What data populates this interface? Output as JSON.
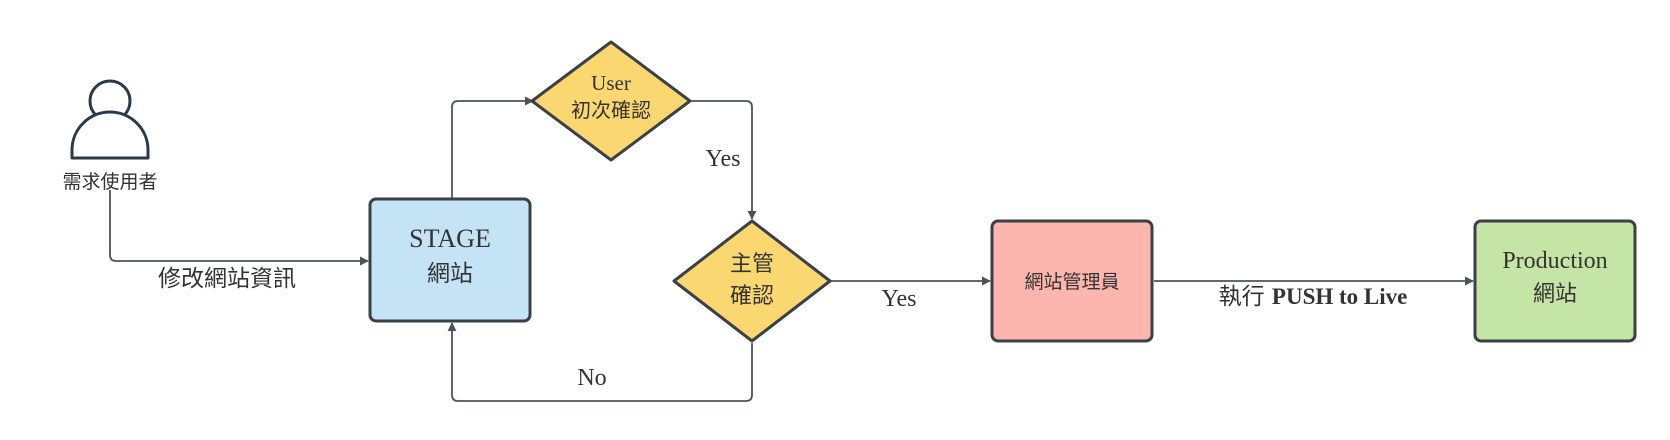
{
  "colors": {
    "stage_fill": "#c4e3f5",
    "diamond_fill": "#fbd772",
    "admin_fill": "#fdb6ad",
    "production_fill": "#c5e5a6",
    "stroke": "#3b4046",
    "edge": "#4f5357",
    "text": "#333333"
  },
  "actor": {
    "icon": "user-icon",
    "label": "需求使用者"
  },
  "nodes": {
    "stage": {
      "line1": "STAGE",
      "line2": "網站"
    },
    "user_confirm": {
      "line1": "User",
      "line2": "初次確認"
    },
    "manager_confirm": {
      "line1": "主管",
      "line2": "確認"
    },
    "admin": {
      "label": "網站管理員"
    },
    "production": {
      "line1": "Production",
      "line2": "網站"
    }
  },
  "edges": {
    "edit": "修改網站資訊",
    "yes1": "Yes",
    "yes2": "Yes",
    "no": "No",
    "push_prefix": "執行 ",
    "push_bold": "PUSH to Live"
  }
}
